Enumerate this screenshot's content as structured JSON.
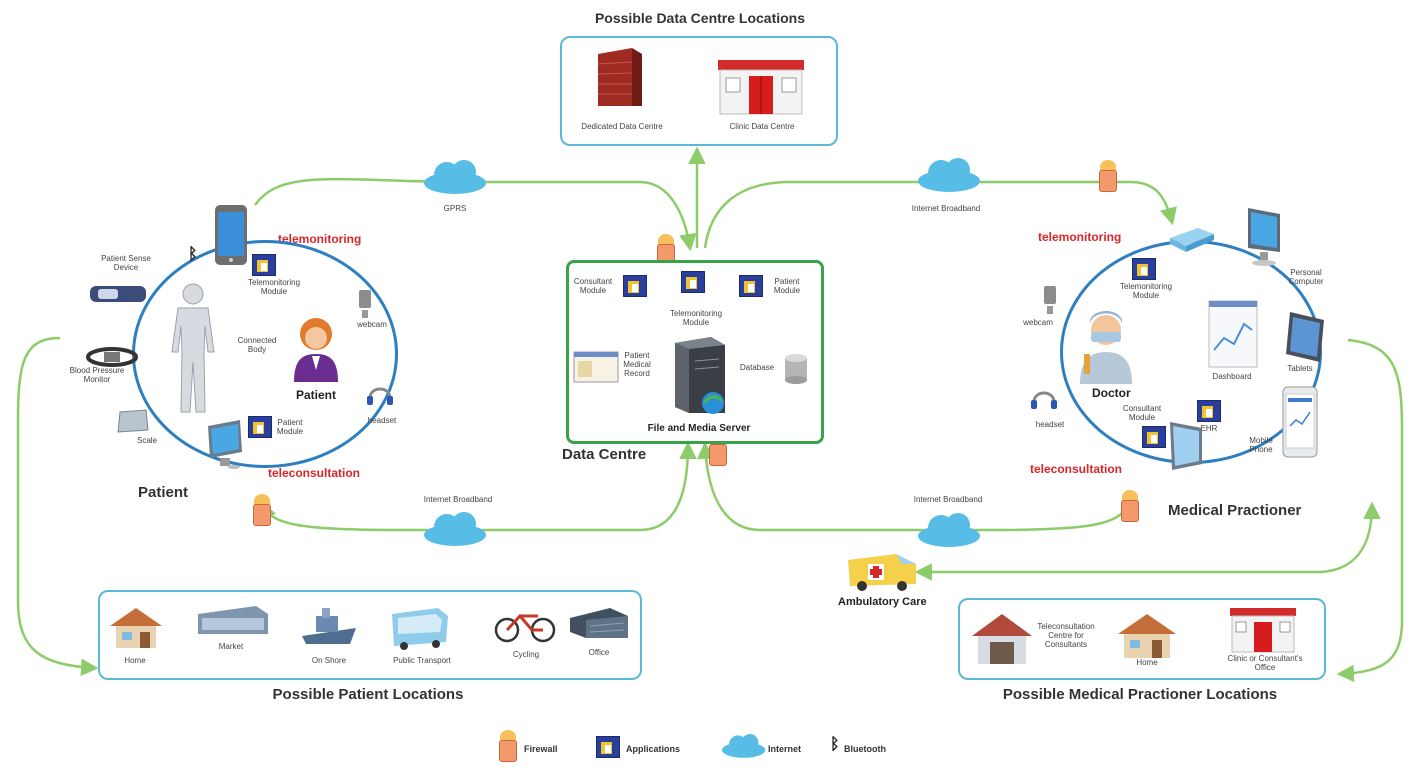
{
  "titles": {
    "data_centre_locations": "Possible Data Centre Locations",
    "patient_locations": "Possible Patient Locations",
    "medical_locations": "Possible Medical Practioner Locations",
    "data_centre": "Data Centre",
    "patient": "Patient",
    "medical": "Medical Practioner",
    "ambulatory": "Ambulatory Care"
  },
  "data_centre_locations": {
    "dedicated": "Dedicated Data Centre",
    "clinic": "Clinic Data Centre"
  },
  "links": {
    "gprs": "GPRS",
    "internet_broadband": "Internet Broadband",
    "telemonitoring": "telemonitoring",
    "teleconsultation": "teleconsultation"
  },
  "patient_side": {
    "sense_device": "Patient Sense Device",
    "bp_monitor": "Blood Pressure Monitor",
    "scale": "Scale",
    "telemonitoring_module": "Telemonitoring Module",
    "connected_body": "Connected Body",
    "patient": "Patient",
    "patient_module": "Patient Module",
    "webcam": "webcam",
    "headset": "headset"
  },
  "centre": {
    "consultant_module": "Consultant Module",
    "telemonitoring_module": "Telemonitoring Module",
    "patient_module": "Patient Module",
    "patient_medical_record": "Patient Medical Record",
    "database": "Database",
    "server": "File and Media Server"
  },
  "medical_side": {
    "telemonitoring_module": "Telemonitoring Module",
    "personal_computer": "Personal Computer",
    "webcam": "webcam",
    "doctor": "Doctor",
    "dashboard": "Dashboard",
    "tablets": "Tablets",
    "consultant_module": "Consultant Module",
    "ehr": "EHR",
    "headset": "headset",
    "mobile_phone": "Mobile Phone"
  },
  "patient_locations": [
    "Home",
    "Market",
    "On Shore",
    "Public Transport",
    "Cycling",
    "Office"
  ],
  "medical_locations": {
    "centre": "Teleconsultation Centre for Consultants",
    "home": "Home",
    "clinic": "Clinic or Consultant's Office"
  },
  "legend": {
    "firewall": "Firewall",
    "applications": "Applications",
    "internet": "Internet",
    "bluetooth": "Bluetooth"
  },
  "colors": {
    "link_green": "#8ccc6a",
    "circle_blue": "#2d7fc1",
    "box_blue": "#5bb8d9",
    "centre_green": "#3aa34a",
    "label_red": "#d62728",
    "cloud_blue": "#57bde6"
  }
}
